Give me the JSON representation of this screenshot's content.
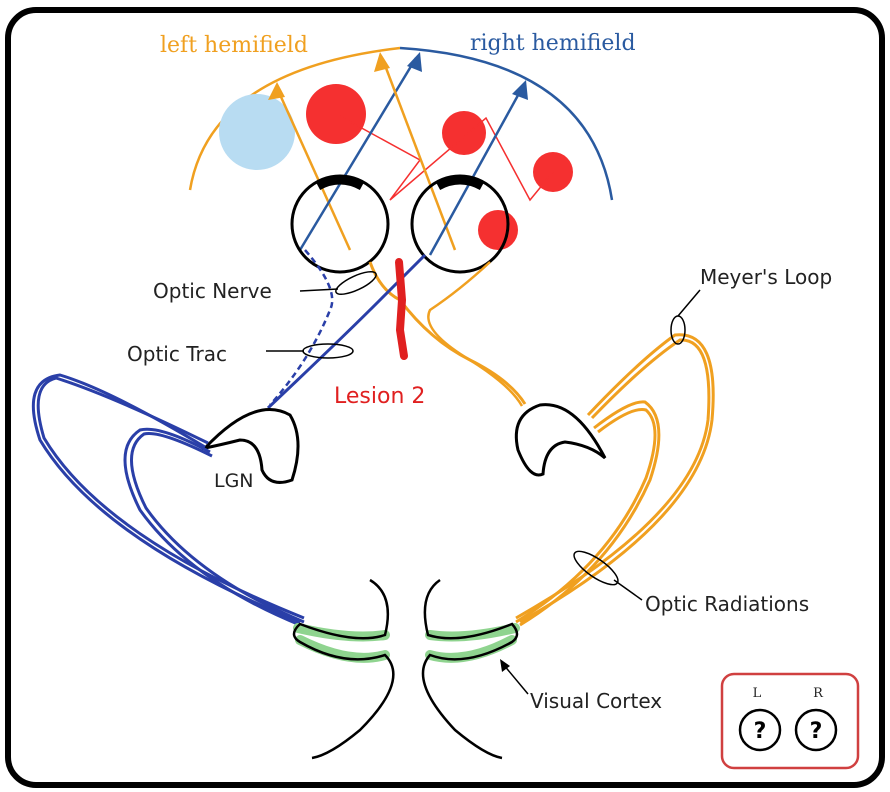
{
  "labels": {
    "left_hemifield": "left hemifield",
    "right_hemifield": "right hemifield",
    "optic_nerve": "Optic Nerve",
    "optic_trac": "Optic Trac",
    "lesion": "Lesion 2",
    "lgn": "LGN",
    "meyers_loop": "Meyer's Loop",
    "optic_radiations": "Optic Radiations",
    "visual_cortex": "Visual Cortex"
  },
  "answer_box": {
    "left_label": "L",
    "right_label": "R",
    "left_value": "?",
    "right_value": "?"
  },
  "colors": {
    "left_pathway": "#f0a020",
    "right_pathway": "#2a3fa8",
    "right_hemifield_text": "#2a5aa0",
    "lesion": "#e02020",
    "stimulus": "#f53030",
    "blind_spot_stimulus": "#b8dcf2",
    "cortex_highlight": "#8fd48f",
    "answer_box_border": "#d04040"
  }
}
